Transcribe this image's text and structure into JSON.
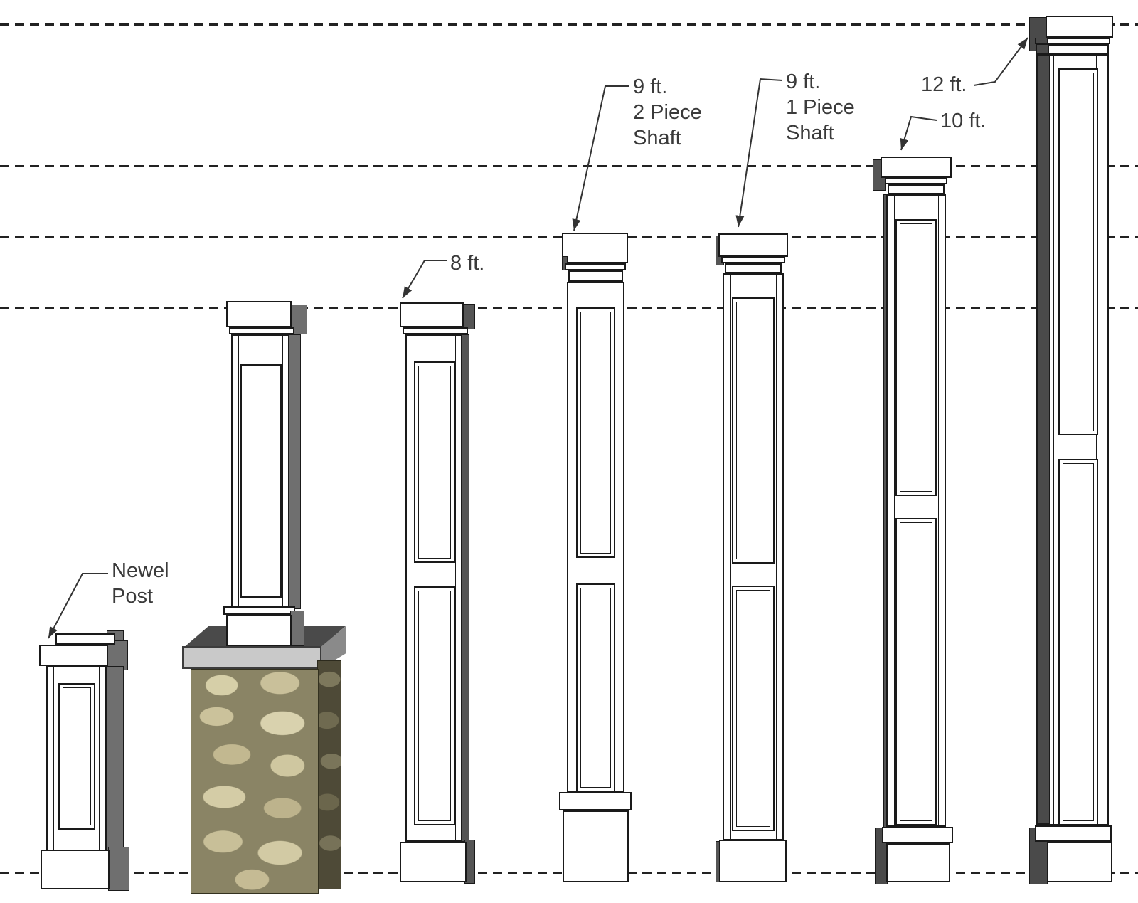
{
  "diagram": {
    "type": "column-height-comparison",
    "background": "#ffffff",
    "line_color": "#1a1a1a",
    "label_color": "#3a3a3a",
    "items": [
      {
        "label": "Newel Post"
      },
      {
        "label": ""
      },
      {
        "label": "8 ft."
      },
      {
        "label": "9 ft. 2 Piece Shaft"
      },
      {
        "label": "9 ft. 1 Piece Shaft"
      },
      {
        "label": "10 ft."
      },
      {
        "label": "12 ft."
      }
    ]
  },
  "labels": {
    "newel_post": {
      "line1": "Newel",
      "line2": "Post"
    },
    "eight_ft": {
      "line1": "8 ft."
    },
    "nine_ft_two_piece": {
      "line1": "9 ft.",
      "line2": "2 Piece",
      "line3": "Shaft"
    },
    "nine_ft_one_piece": {
      "line1": "9 ft.",
      "line2": "1 Piece",
      "line3": "Shaft"
    },
    "ten_ft": {
      "line1": "10 ft."
    },
    "twelve_ft": {
      "line1": "12 ft."
    }
  },
  "colors": {
    "shade_dark": "#4a4a4a",
    "shade_mid": "#6f6f6f",
    "slab_face": "#c9c9c9",
    "stone_tan": "#c3b992",
    "stone_dark": "#4e4a37"
  }
}
